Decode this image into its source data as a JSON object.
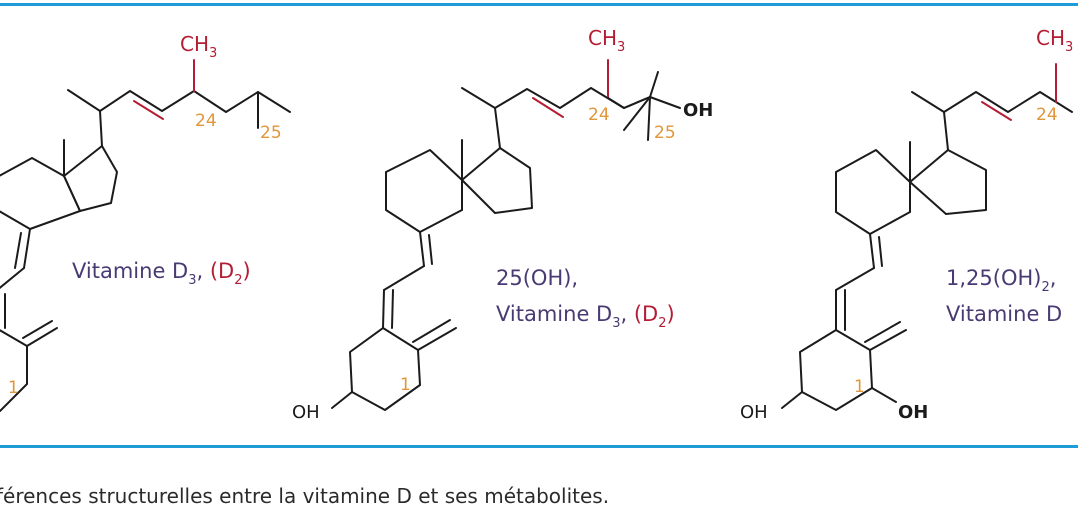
{
  "structures": [
    {
      "methyl": "CH",
      "methyl_sub": "3",
      "position_24": "24",
      "position_25": "25",
      "position_1": "1",
      "label_lines": [
        {
          "name": "Vitamine D",
          "sub": "3",
          "sep": ", ",
          "variant": "(D",
          "variant_sub": "2",
          "close": ")"
        }
      ]
    },
    {
      "methyl": "CH",
      "methyl_sub": "3",
      "position_24": "24",
      "position_25": "25",
      "position_1": "1",
      "hydroxyl_25": "OH",
      "hydroxyl_3": "OH",
      "label_lines": [
        {
          "text": "25(OH),"
        },
        {
          "name": "Vitamine D",
          "sub": "3",
          "sep": ", ",
          "variant": "(D",
          "variant_sub": "2",
          "close": ")"
        }
      ]
    },
    {
      "methyl": "CH",
      "methyl_sub": "3",
      "position_24": "24",
      "position_1": "1",
      "hydroxyl_3": "OH",
      "hydroxyl_1": "OH",
      "label_lines": [
        {
          "text": "1,25(OH)",
          "sub": "2",
          "tail": ","
        },
        {
          "name": "Vitamine D"
        }
      ]
    }
  ],
  "caption": "férences structurelles entre la vitamine D et ses métabolites.",
  "colors": {
    "rule": "#1f9bd7",
    "highlight": "#b41e35",
    "position_numbers": "#e1963a",
    "labels": "#4a3a73"
  }
}
